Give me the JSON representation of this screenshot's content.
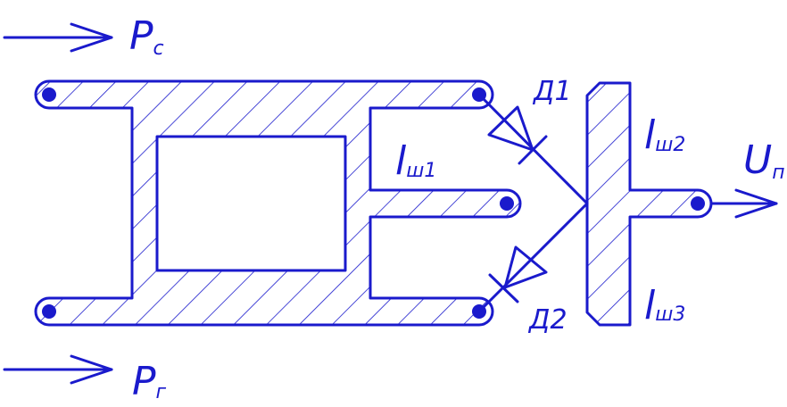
{
  "labels": {
    "p_in_top": {
      "main": "P",
      "sub": "c"
    },
    "p_in_bottom": {
      "main": "P",
      "sub": "г"
    },
    "line_sh1": {
      "main": "l",
      "sub": "ш1"
    },
    "line_sh2": {
      "main": "l",
      "sub": "ш2"
    },
    "line_sh3": {
      "main": "l",
      "sub": "ш3"
    },
    "u_out": {
      "main": "U",
      "sub": "п"
    },
    "diode1": "Д1",
    "diode2": "Д2"
  },
  "colors": {
    "stroke": "#1a1acc",
    "background": "#ffffff"
  }
}
